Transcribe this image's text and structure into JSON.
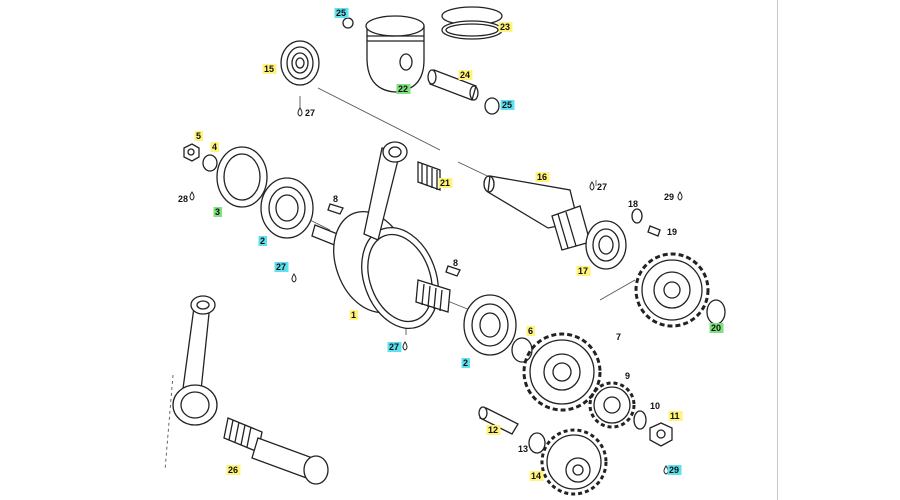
{
  "diagram": {
    "highlight_colors": {
      "yellow": "#fff37a",
      "cyan": "#5fe0ee",
      "green": "#7ee07e"
    },
    "callouts": [
      {
        "id": "c25a",
        "text": "25",
        "hl": "cyan"
      },
      {
        "id": "c23",
        "text": "23",
        "hl": "yellow"
      },
      {
        "id": "c15",
        "text": "15",
        "hl": "yellow"
      },
      {
        "id": "c22",
        "text": "22",
        "hl": "green"
      },
      {
        "id": "c24",
        "text": "24",
        "hl": "yellow"
      },
      {
        "id": "c25b",
        "text": "25",
        "hl": "cyan"
      },
      {
        "id": "c27a",
        "text": "27",
        "hl": "none"
      },
      {
        "id": "c5",
        "text": "5",
        "hl": "yellow"
      },
      {
        "id": "c4",
        "text": "4",
        "hl": "yellow"
      },
      {
        "id": "c28",
        "text": "28",
        "hl": "none"
      },
      {
        "id": "c3",
        "text": "3",
        "hl": "green"
      },
      {
        "id": "c2a",
        "text": "2",
        "hl": "cyan"
      },
      {
        "id": "c27b",
        "text": "27",
        "hl": "cyan"
      },
      {
        "id": "c8a",
        "text": "8",
        "hl": "none"
      },
      {
        "id": "c21",
        "text": "21",
        "hl": "yellow"
      },
      {
        "id": "c16",
        "text": "16",
        "hl": "yellow"
      },
      {
        "id": "c27c",
        "text": "27",
        "hl": "none"
      },
      {
        "id": "c18a",
        "text": "18",
        "hl": "none"
      },
      {
        "id": "c29a",
        "text": "29",
        "hl": "none"
      },
      {
        "id": "c19",
        "text": "19",
        "hl": "none"
      },
      {
        "id": "c17",
        "text": "17",
        "hl": "yellow"
      },
      {
        "id": "c8b",
        "text": "8",
        "hl": "none"
      },
      {
        "id": "c1",
        "text": "1",
        "hl": "yellow"
      },
      {
        "id": "c27d",
        "text": "27",
        "hl": "cyan"
      },
      {
        "id": "c2b",
        "text": "2",
        "hl": "cyan"
      },
      {
        "id": "c6",
        "text": "6",
        "hl": "yellow"
      },
      {
        "id": "c7",
        "text": "7",
        "hl": "none"
      },
      {
        "id": "c20",
        "text": "20",
        "hl": "green"
      },
      {
        "id": "c9",
        "text": "9",
        "hl": "none"
      },
      {
        "id": "c10",
        "text": "10",
        "hl": "none"
      },
      {
        "id": "c11",
        "text": "11",
        "hl": "yellow"
      },
      {
        "id": "c12",
        "text": "12",
        "hl": "yellow"
      },
      {
        "id": "c13",
        "text": "13",
        "hl": "none"
      },
      {
        "id": "c14",
        "text": "14",
        "hl": "yellow"
      },
      {
        "id": "c29b",
        "text": "29",
        "hl": "cyan"
      },
      {
        "id": "c26",
        "text": "26",
        "hl": "yellow"
      }
    ]
  }
}
